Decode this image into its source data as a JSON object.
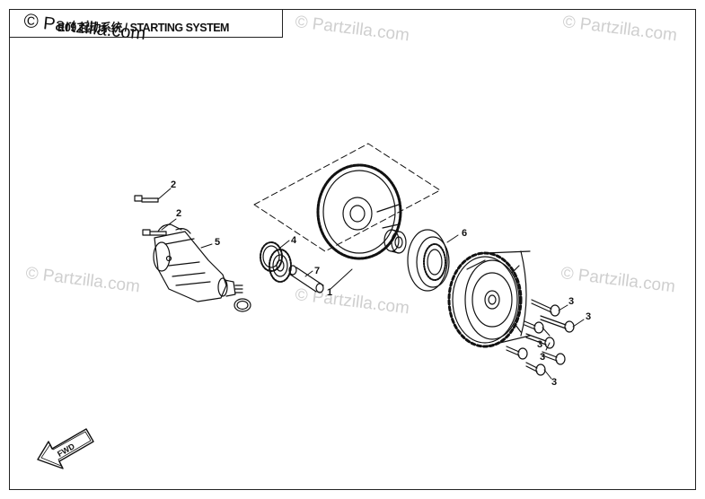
{
  "header": {
    "title": "E09 起动系统 / STARTING SYSTEM"
  },
  "watermark": {
    "corner_symbol": "©",
    "corner_text": "Partzilla.com",
    "repeated_text": "© Partzilla.com"
  },
  "callouts": {
    "p1": "1",
    "p2a": "2",
    "p2b": "2",
    "p3a": "3",
    "p3b": "3",
    "p3c": "3",
    "p3d": "3",
    "p3e": "3",
    "p4": "4",
    "p5": "5",
    "p6": "6",
    "p7": "7"
  },
  "fwd_label": "FWD",
  "colors": {
    "line": "#111111",
    "watermark": "#cfcfcf"
  }
}
